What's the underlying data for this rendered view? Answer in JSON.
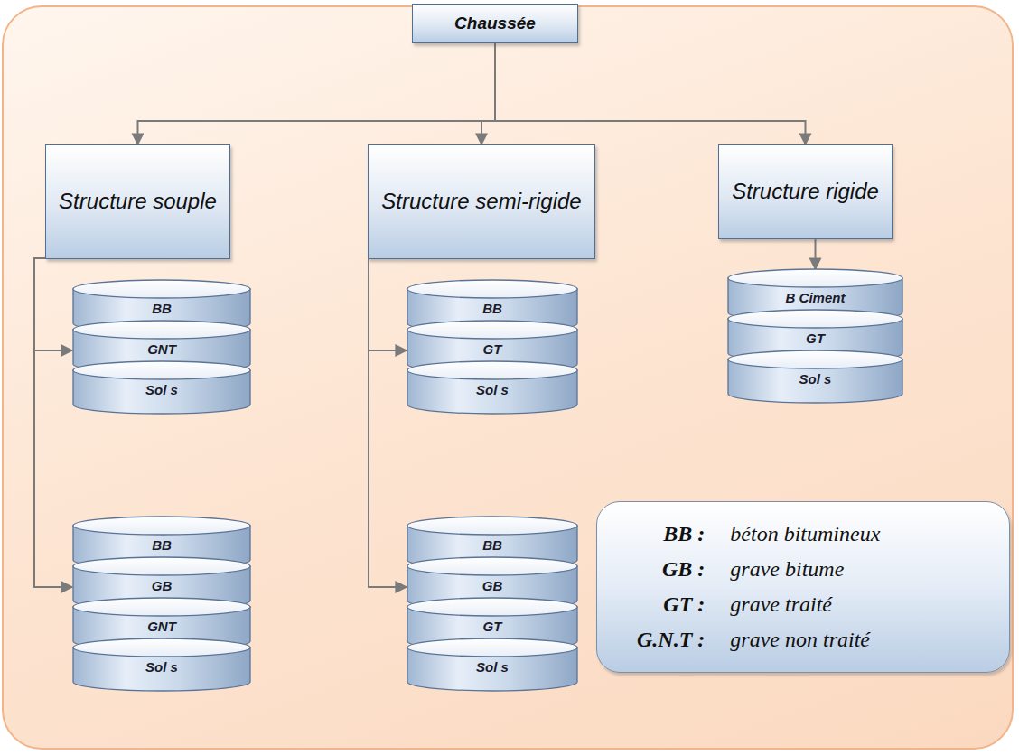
{
  "diagram": {
    "nodes": [
      {
        "text": [
          "Chaussée"
        ]
      },
      {
        "text": [
          "Structure souple"
        ]
      },
      {
        "text": [
          "Structure semi-rigide"
        ]
      },
      {
        "text": [
          "Structure rigide"
        ]
      },
      {
        "text": [
          "BB"
        ]
      },
      {
        "text": [
          "GNT"
        ]
      },
      {
        "text": [
          "Sol s"
        ]
      },
      {
        "text": [
          "BB"
        ]
      },
      {
        "text": [
          "GT"
        ]
      },
      {
        "text": [
          "Sol s"
        ]
      },
      {
        "text": [
          "B Ciment"
        ]
      },
      {
        "text": [
          "GT"
        ]
      },
      {
        "text": [
          "Sol s"
        ]
      },
      {
        "text": [
          "BB"
        ]
      },
      {
        "text": [
          "GB"
        ]
      },
      {
        "text": [
          "GNT"
        ]
      },
      {
        "text": [
          "Sol s"
        ]
      },
      {
        "text": [
          "BB"
        ]
      },
      {
        "text": [
          "GB"
        ]
      },
      {
        "text": [
          "GT"
        ]
      },
      {
        "text": [
          "Sol s"
        ]
      },
      {
        "text": [
          "BB :",
          "béton bitumineux",
          "GB :",
          "grave bitume",
          "GT :",
          "grave traité",
          "G.N.T :",
          "grave non traité"
        ]
      }
    ],
    "edges": [
      {
        "from": 0,
        "to": 1,
        "arrow": "to"
      },
      {
        "from": 0,
        "to": 2,
        "arrow": "to"
      },
      {
        "from": 0,
        "to": 3,
        "arrow": "to"
      },
      {
        "from": 1,
        "to": 5,
        "arrow": "to"
      },
      {
        "from": 1,
        "to": 14,
        "arrow": "to"
      },
      {
        "from": 2,
        "to": 8,
        "arrow": "to"
      },
      {
        "from": 2,
        "to": 18,
        "arrow": "to"
      },
      {
        "from": 3,
        "to": 10,
        "arrow": "to"
      }
    ]
  }
}
